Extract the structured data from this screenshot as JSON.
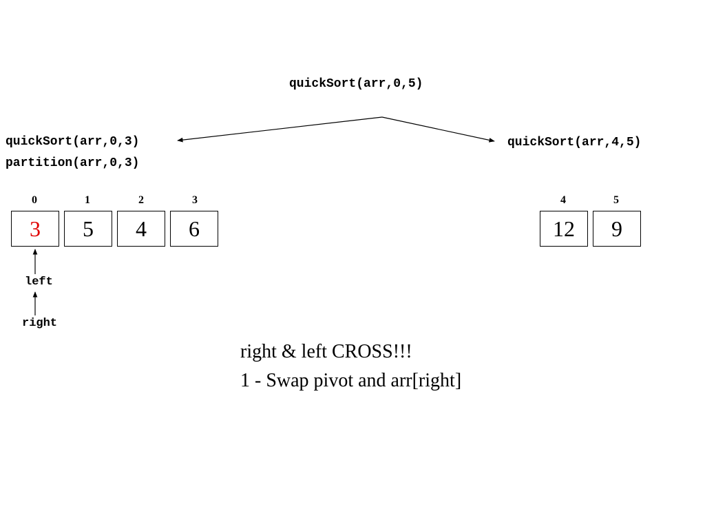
{
  "calls": {
    "root": "quickSort(arr,0,5)",
    "left": "quickSort(arr,0,3)",
    "left_partition": "partition(arr,0,3)",
    "right": "quickSort(arr,4,5)"
  },
  "left_array": {
    "indices": [
      "0",
      "1",
      "2",
      "3"
    ],
    "values": [
      "3",
      "5",
      "4",
      "6"
    ],
    "pivot_color": "#e00000"
  },
  "right_array": {
    "indices": [
      "4",
      "5"
    ],
    "values": [
      "12",
      "9"
    ]
  },
  "pointers": {
    "left_label": "left",
    "right_label": "right"
  },
  "notes": {
    "line1": "right & left CROSS!!!",
    "line2": "1 - Swap pivot and arr[right]"
  }
}
